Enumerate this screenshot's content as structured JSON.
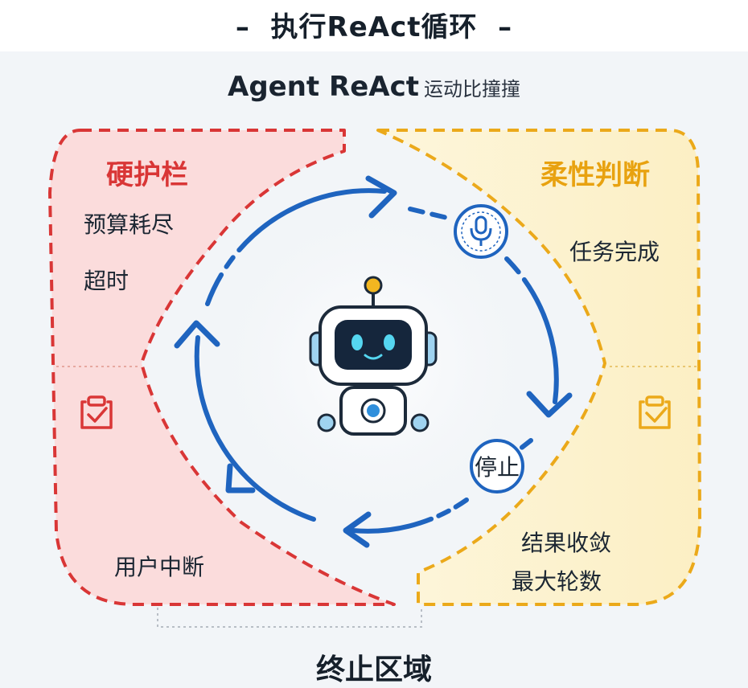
{
  "header": {
    "title": "–  执行ReAct循环  –"
  },
  "subtitle": {
    "main": "Agent ReAct",
    "small": "运动比撞撞"
  },
  "hard_zone": {
    "title": "硬护栏",
    "items": [
      "预算耗尽",
      "超时",
      "用户中断"
    ],
    "color": "#d93636",
    "fill": "#fbdcdc"
  },
  "soft_zone": {
    "title": "柔性判断",
    "items": [
      "任务完成",
      "结果收敛",
      "最大轮数"
    ],
    "color": "#eba91a",
    "fill": "#fcf1c9"
  },
  "loop": {
    "color": "#1f64bf",
    "stop_label": "停止",
    "nodes": [
      "microphone-icon",
      "stop-node"
    ]
  },
  "icons": {
    "center": "robot-icon",
    "hard": "clipboard-check-icon",
    "soft": "clipboard-check-icon"
  },
  "footer": {
    "title": "终止区域"
  }
}
